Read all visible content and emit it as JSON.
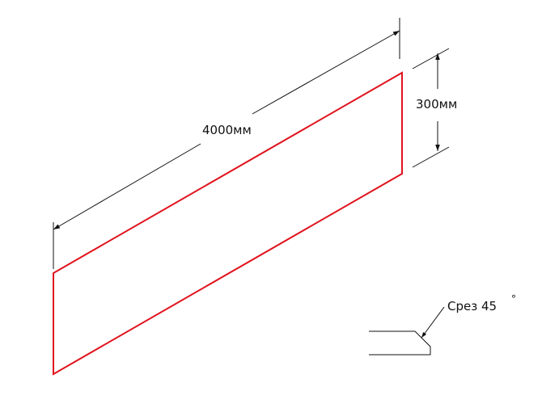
{
  "drawing": {
    "length_label": "4000мм",
    "height_label": "300мм",
    "cut_label": "Срез 45",
    "degree_symbol": "°"
  },
  "colors": {
    "panel_outline": "#e0141e",
    "dimension_line": "#111111",
    "text": "#111111"
  }
}
